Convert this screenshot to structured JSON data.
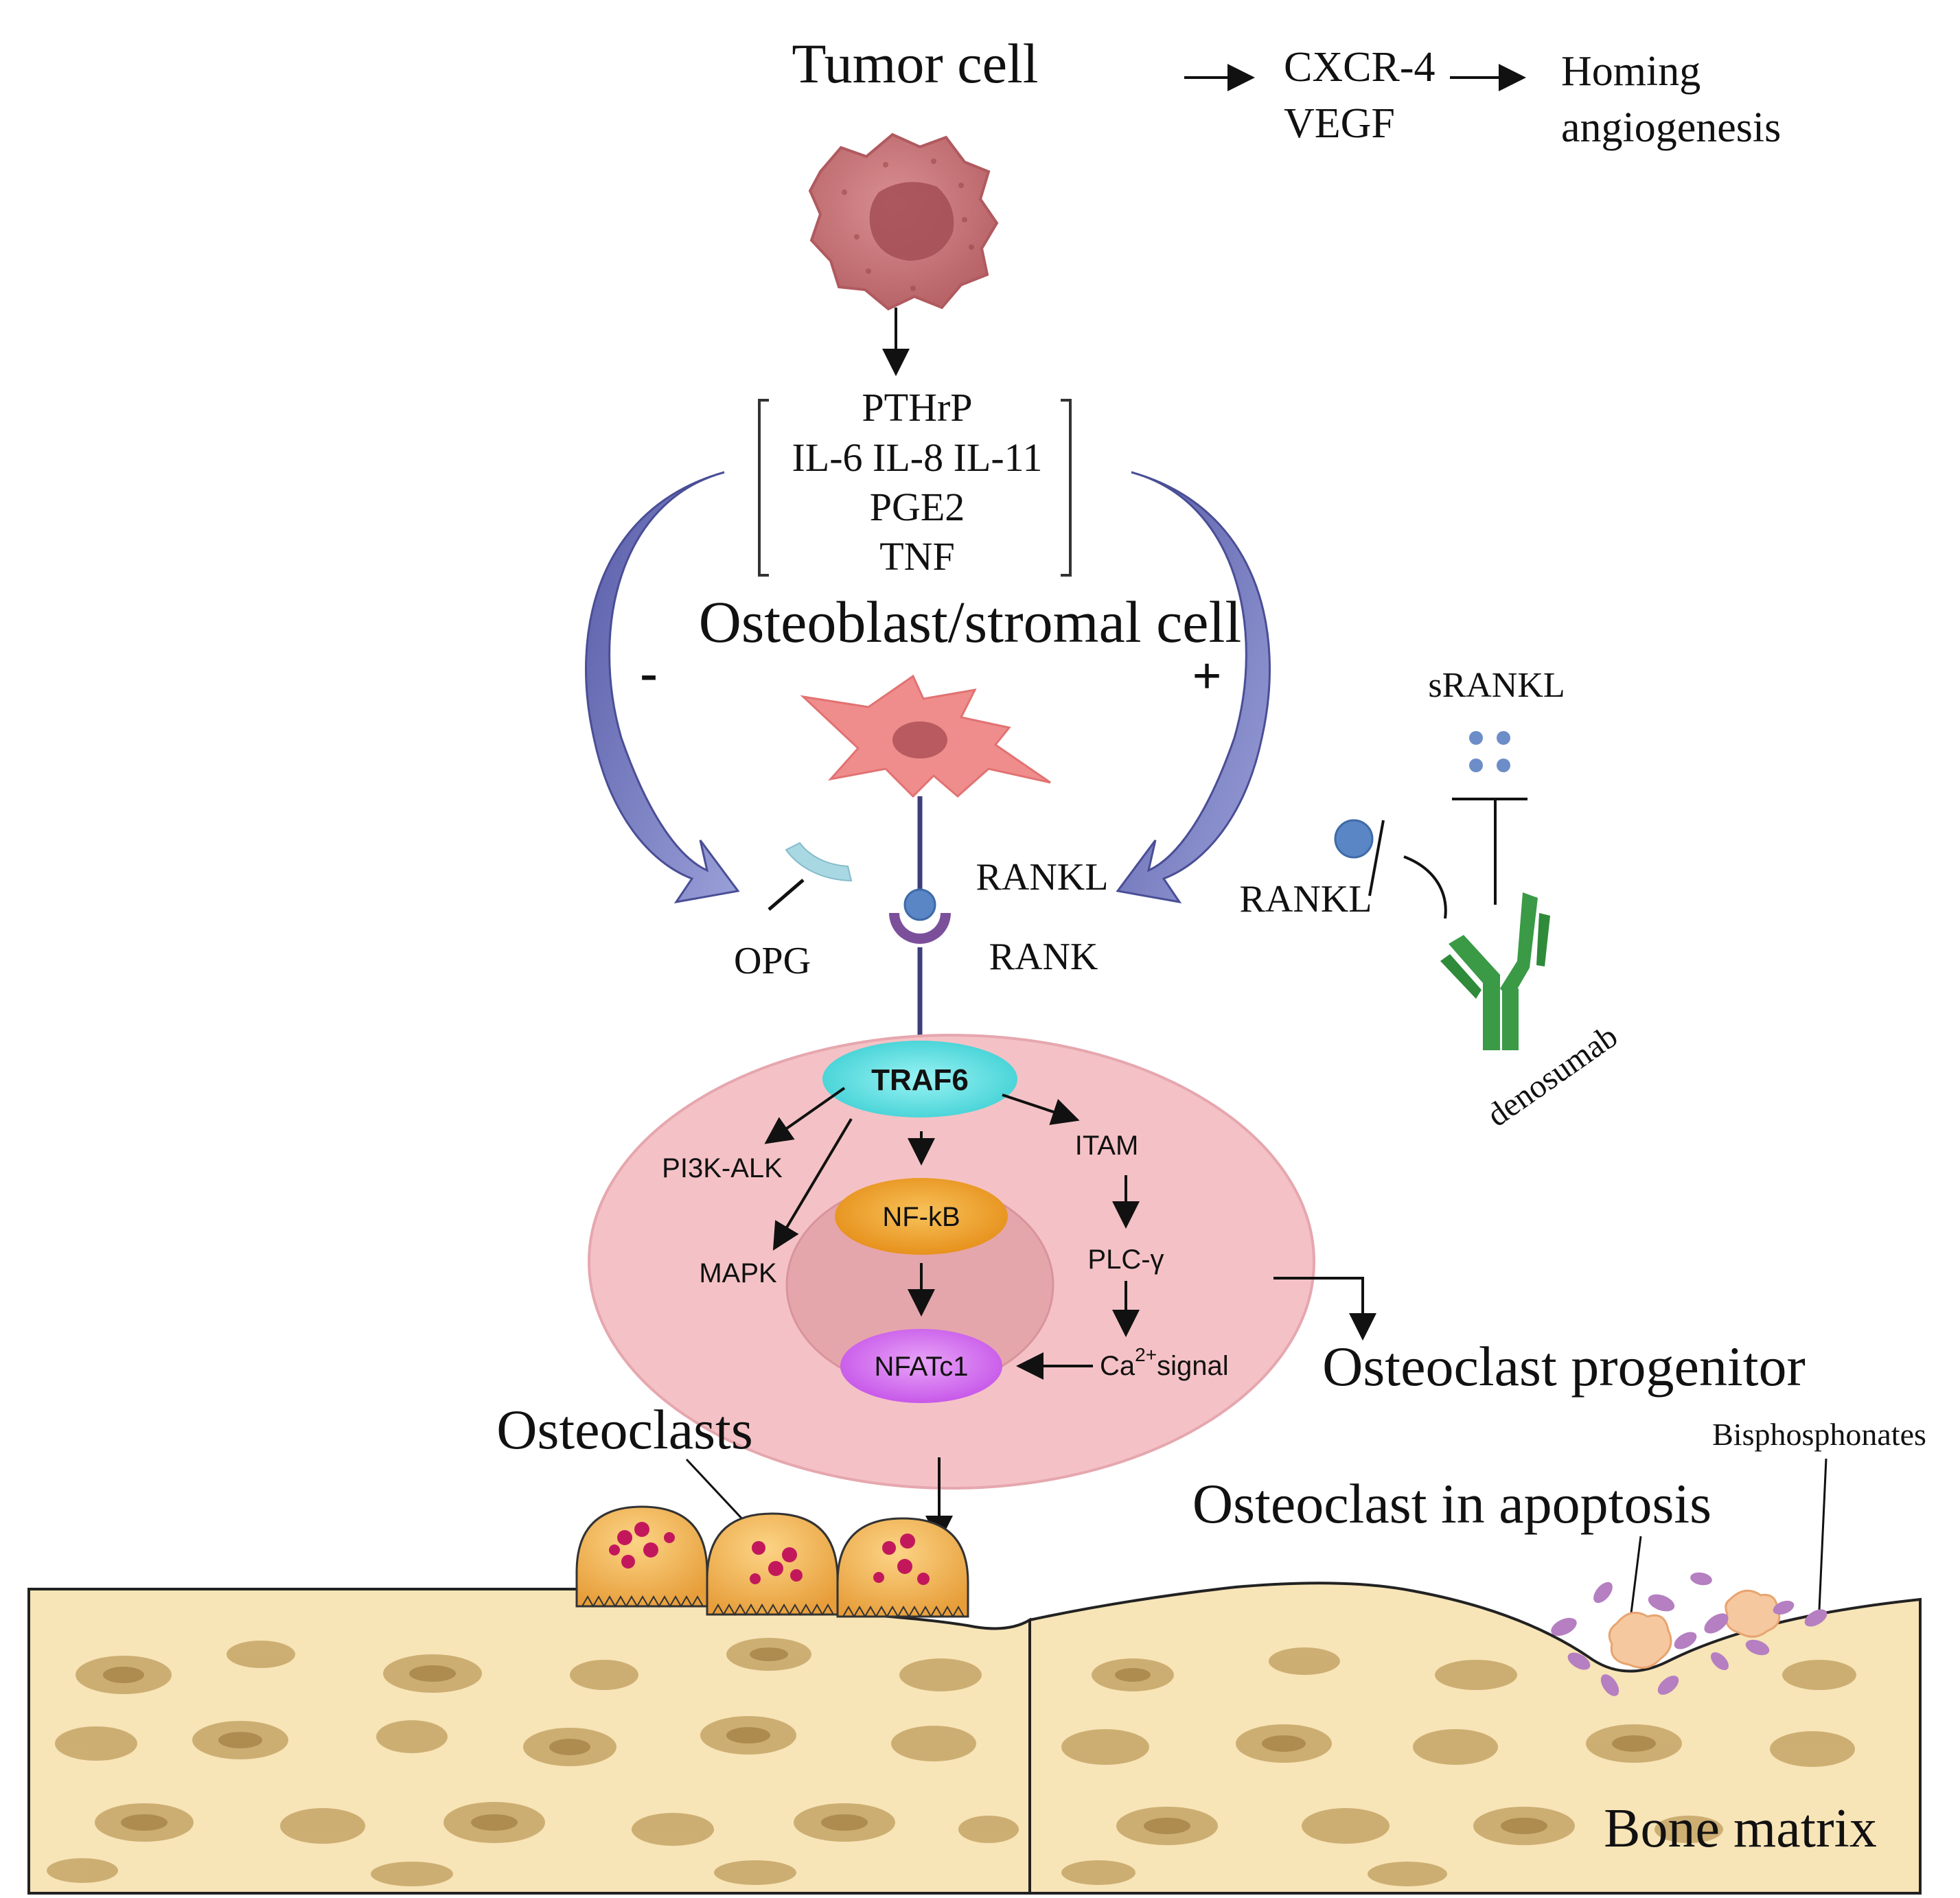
{
  "labels": {
    "tumor_cell": "Tumor cell",
    "cxcr4": "CXCR-4",
    "vegf": "VEGF",
    "homing": "Homing",
    "angiogenesis": "angiogenesis",
    "factors": [
      "PTHrP",
      "IL-6 IL-8 IL-11",
      "PGE2",
      "TNF"
    ],
    "osteoblast": "Osteoblast/stromal cell",
    "minus": "-",
    "plus": "+",
    "opg": "OPG",
    "rankl": "RANKL",
    "rank": "RANK",
    "srankl": "sRANKL",
    "rankl_right": "RANKL",
    "denosumab": "denosumab",
    "traf6": "TRAF6",
    "pi3k": "PI3K-ALK",
    "mapk": "MAPK",
    "nfkb": "NF-kB",
    "nfatc1": "NFATc1",
    "itam": "ITAM",
    "plc": "PLC-γ",
    "ca_base": "Ca",
    "ca_sup": "2+",
    "ca_rest": "signal",
    "osteoclast_progenitor": "Osteoclast progenitor",
    "osteoclasts": "Osteoclasts",
    "osteoclast_apoptosis": "Osteoclast in apoptosis",
    "bisphosphonates": "Bisphosphonates",
    "bone_matrix": "Bone matrix"
  },
  "colors": {
    "tumor": "#c97b7e",
    "tumor_nucleus": "#a8555a",
    "stromal": "#ee8a8a",
    "feedback_arrow": "#6f72b8",
    "progenitor_outer": "#f4c2c6",
    "progenitor_inner": "#e5a6ab",
    "traf6": "#63e4e6",
    "nfkb": "#f2a42c",
    "nfatc1": "#d773f0",
    "rank": "#7c4f9b",
    "rankl_ball": "#5a86c6",
    "opg": "#a8d8e2",
    "denosumab": "#3a9a46",
    "osteoclast": "#f5b657",
    "osteoclast_dots": "#c2185b",
    "bone": "#f7e4b7",
    "bone_spot": "#c9a96b",
    "apoptosis_fragments": "#b57fc1"
  }
}
